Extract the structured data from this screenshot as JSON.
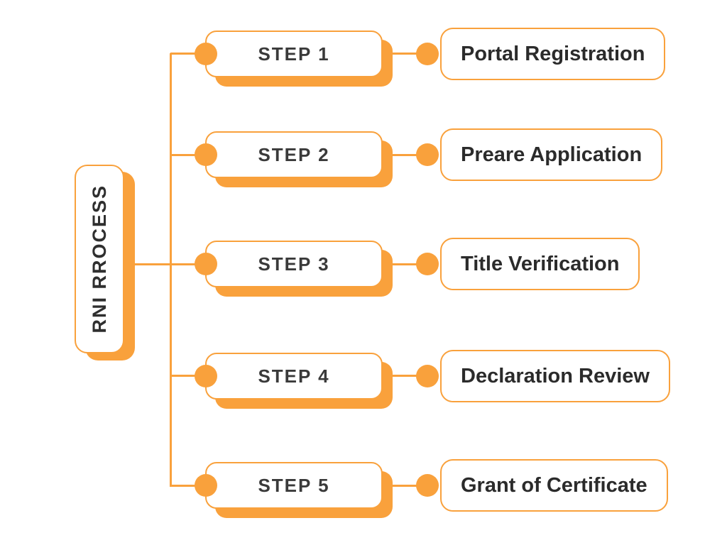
{
  "diagram": {
    "root_label": "RNI RROCESS",
    "steps": [
      {
        "step": "STEP 1",
        "label": "Portal Registration"
      },
      {
        "step": "STEP 2",
        "label": "Preare Application"
      },
      {
        "step": "STEP 3",
        "label": "Title Verification"
      },
      {
        "step": "STEP 4",
        "label": "Declaration Review"
      },
      {
        "step": "STEP 5",
        "label": "Grant of Certificate"
      }
    ],
    "colors": {
      "accent": "#F9A13C",
      "step_text": "#3A3A3A",
      "label_text": "#2B2B2B",
      "background": "#FFFFFF"
    }
  }
}
